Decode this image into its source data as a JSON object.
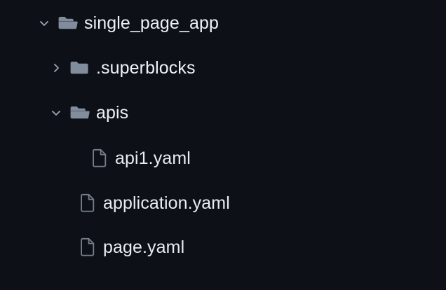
{
  "theme": {
    "background": "#0d1117",
    "folder_icon_color": "#818c9c",
    "file_icon_color": "#767f8c",
    "chevron_color": "#9aa4b2",
    "text_color": "#eef1f6"
  },
  "tree": {
    "name": "file-tree",
    "items": [
      {
        "label": "single_page_app",
        "type": "folder",
        "depth": 0,
        "expanded": true,
        "chevron": "chevron-down-icon",
        "icon": "folder-open-icon"
      },
      {
        "label": ".superblocks",
        "type": "folder",
        "depth": 1,
        "expanded": false,
        "chevron": "chevron-right-icon",
        "icon": "folder-closed-icon"
      },
      {
        "label": "apis",
        "type": "folder",
        "depth": 1,
        "expanded": true,
        "chevron": "chevron-down-icon",
        "icon": "folder-open-icon"
      },
      {
        "label": "api1.yaml",
        "type": "file",
        "depth": 2,
        "expanded": null,
        "chevron": null,
        "icon": "file-icon"
      },
      {
        "label": "application.yaml",
        "type": "file",
        "depth": 1,
        "expanded": null,
        "chevron": null,
        "icon": "file-icon"
      },
      {
        "label": "page.yaml",
        "type": "file",
        "depth": 1,
        "expanded": null,
        "chevron": null,
        "icon": "file-icon"
      }
    ]
  }
}
